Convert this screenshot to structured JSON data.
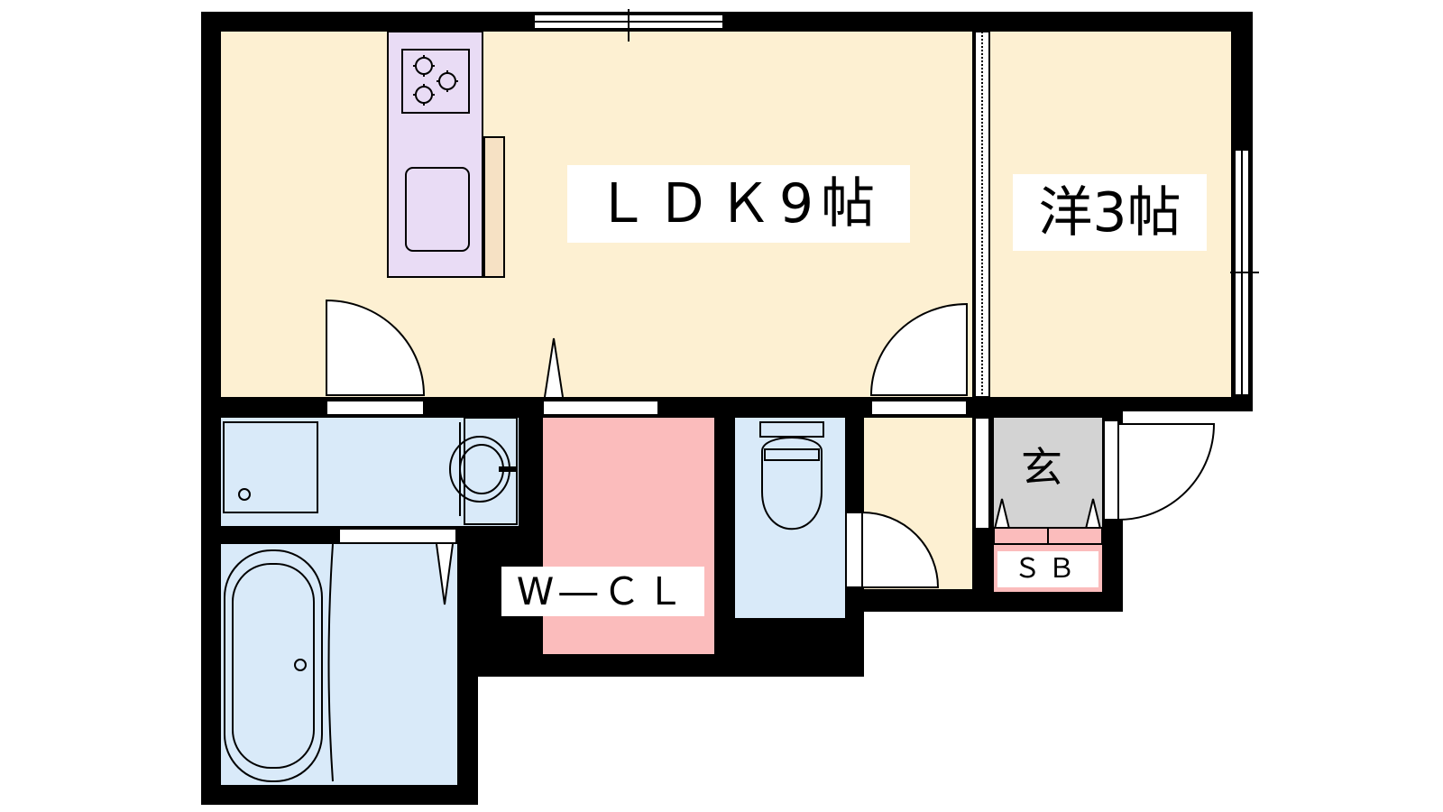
{
  "rooms": {
    "ldk": "ＬＤＫ9帖",
    "western": "洋3帖",
    "walk_in_closet": "W―ＣＬ",
    "entrance": "玄",
    "shoe_box": "ＳＢ"
  },
  "colors": {
    "wall": "#000000",
    "living_floor": "#fdf0d2",
    "wet_area": "#d9eaf9",
    "closet": "#fbbcbc",
    "kitchen": "#e9dcf5",
    "entrance_floor": "#d3d3d3",
    "counter": "#f6e1c4",
    "shoe_box": "#fbbcbc"
  }
}
